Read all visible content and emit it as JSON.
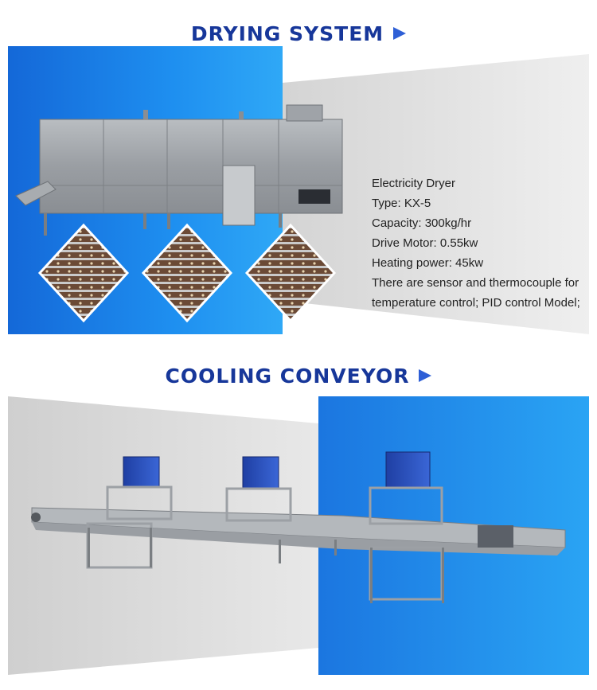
{
  "drying": {
    "title": "DRYING SYSTEM",
    "specs": [
      "Electricity Dryer",
      "Type: KX-5",
      "Capacity: 300kg/hr",
      "Drive Motor: 0.55kw",
      "Heating power: 45kw",
      "There are sensor and thermocouple for",
      "temperature control; PID control Model;"
    ]
  },
  "cooling": {
    "title": "COOLING CONVEYOR"
  },
  "colors": {
    "title": "#17379a",
    "arrow": "#2e5fd6",
    "blue_panel": "#1f8ef0",
    "grey_panel": "#cfcfcf"
  },
  "icons": {
    "section_arrow": "right-arrowhead-icon"
  }
}
